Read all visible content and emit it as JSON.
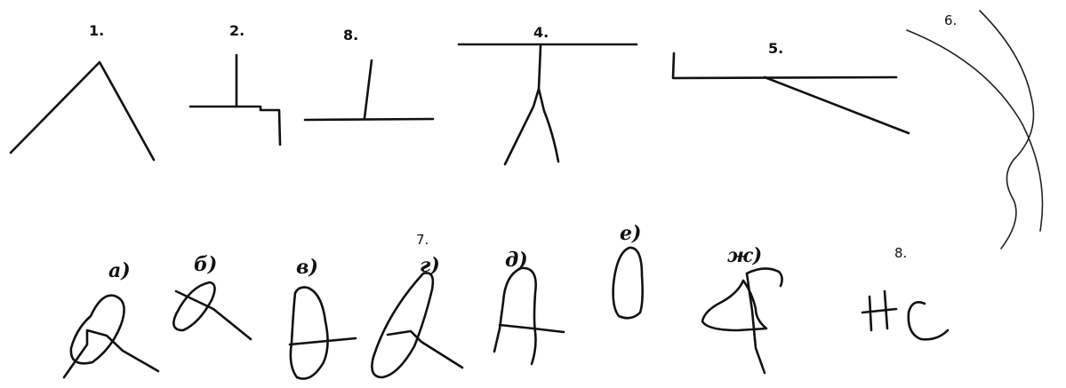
{
  "figures": {
    "f1": "1.",
    "f2": "2.",
    "f3": "8.",
    "f4": "4.",
    "f5": "5.",
    "f6": "6.",
    "f7": "7.",
    "f8": "8."
  },
  "sublabels": {
    "a": "а)",
    "b": "б)",
    "v": "в)",
    "g": "г)",
    "d": "д)",
    "e": "е)",
    "zh": "ж)"
  },
  "symbol8": "НС"
}
